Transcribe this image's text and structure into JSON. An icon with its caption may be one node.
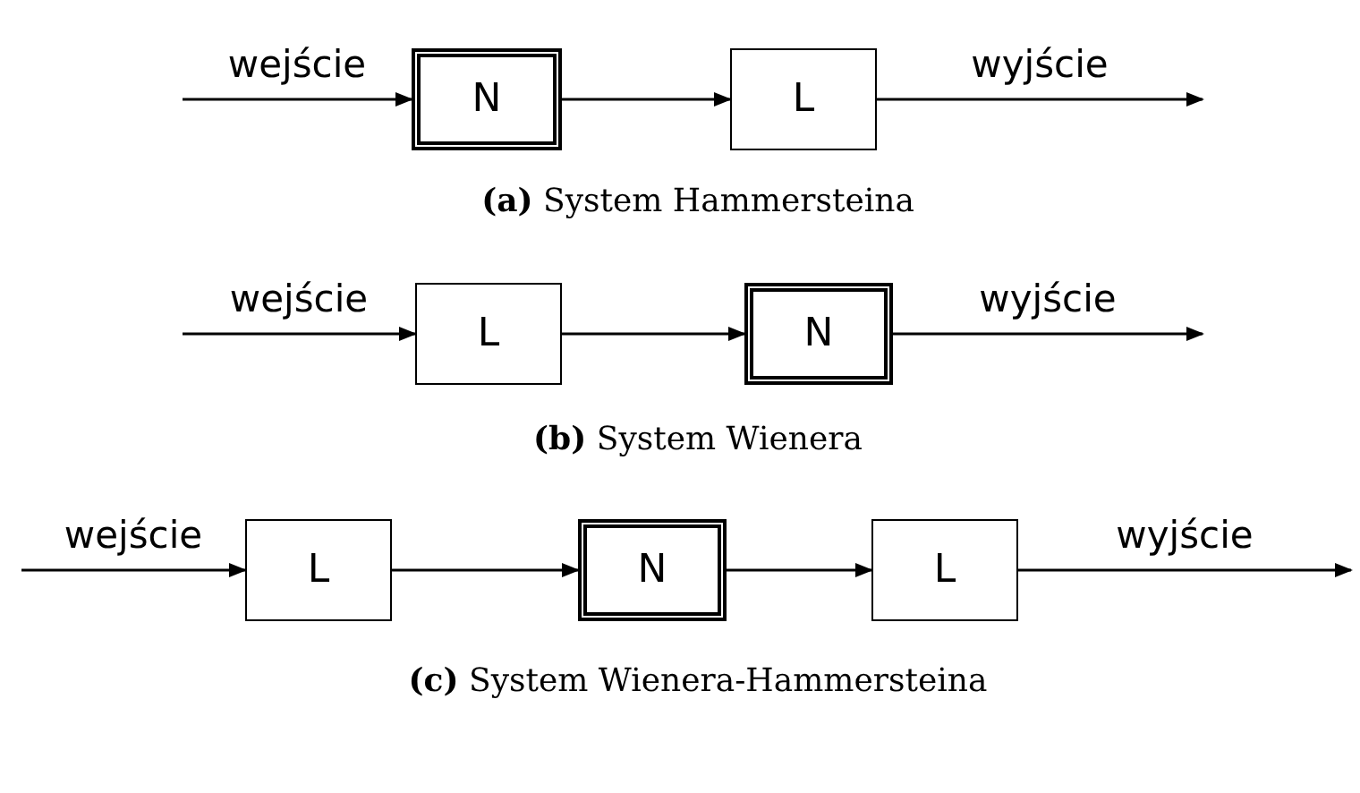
{
  "diagram": {
    "nodes": [
      {
        "text": [
          "N"
        ]
      },
      {
        "text": [
          "L"
        ]
      },
      {
        "text": [
          "L"
        ]
      },
      {
        "text": [
          "N"
        ]
      },
      {
        "text": [
          "L"
        ]
      },
      {
        "text": [
          "N"
        ]
      },
      {
        "text": [
          "L"
        ]
      }
    ],
    "edges": [
      {
        "from": null,
        "to": 0,
        "arrow": "to",
        "label": "wejście"
      },
      {
        "from": 0,
        "to": 1,
        "arrow": "to"
      },
      {
        "from": 1,
        "to": null,
        "arrow": "to",
        "label": "wyjście"
      },
      {
        "from": null,
        "to": 2,
        "arrow": "to",
        "label": "wejście"
      },
      {
        "from": 2,
        "to": 3,
        "arrow": "to"
      },
      {
        "from": 3,
        "to": null,
        "arrow": "to",
        "label": "wyjście"
      },
      {
        "from": null,
        "to": 4,
        "arrow": "to",
        "label": "wejście"
      },
      {
        "from": 4,
        "to": 5,
        "arrow": "to"
      },
      {
        "from": 5,
        "to": 6,
        "arrow": "to"
      },
      {
        "from": 6,
        "to": null,
        "arrow": "to",
        "label": "wyjście"
      }
    ],
    "labels": [
      "**(a)** System Hammersteina",
      "**(b)** System Wienera",
      "**(c)** System Wienera-Hammersteina"
    ]
  }
}
